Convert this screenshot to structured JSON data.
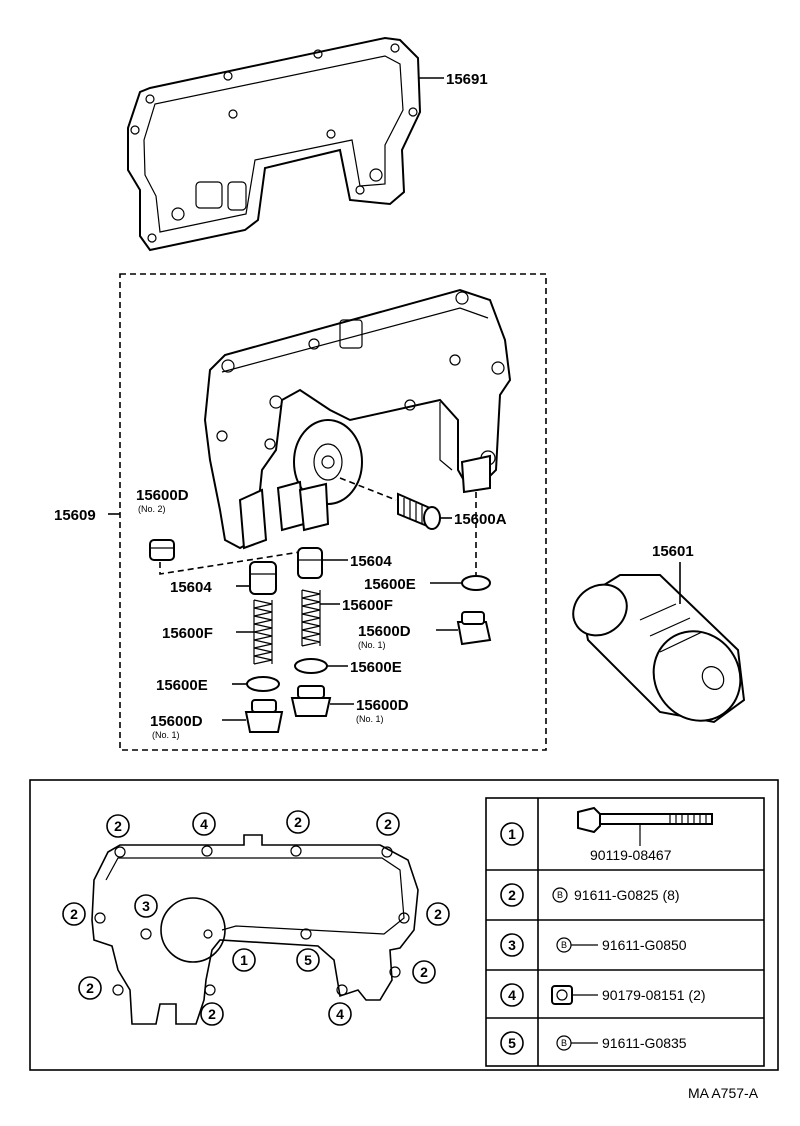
{
  "diagram_code": "MA A757-A",
  "parts": {
    "gasket": "15691",
    "assembly": "15609",
    "plug_no2": "15600D",
    "plug_no2_sub": "(No. 2)",
    "valve_a": "15600A",
    "valve_604_right": "15604",
    "valve_604_left": "15604",
    "gasket_e_right_top": "15600E",
    "spring_f_right": "15600F",
    "spring_f_left": "15600F",
    "plug_d_right": "15600D",
    "plug_d_right_sub": "(No. 1)",
    "gasket_e_mid": "15600E",
    "gasket_e_left": "15600E",
    "plug_d_left": "15600D",
    "plug_d_left_sub": "(No. 1)",
    "plug_d_mid": "15600D",
    "plug_d_mid_sub": "(No. 1)",
    "filter": "15601"
  },
  "callouts": {
    "c1": "1",
    "c2": "2",
    "c3": "3",
    "c4": "4",
    "c5": "5"
  },
  "legend": [
    {
      "num": "1",
      "part": "90119-08467"
    },
    {
      "num": "2",
      "part": "91611-G0825 (8)"
    },
    {
      "num": "3",
      "part": "91611-G0850"
    },
    {
      "num": "4",
      "part": "90179-08151 (2)"
    },
    {
      "num": "5",
      "part": "91611-G0835"
    }
  ],
  "bolt_marker": "B"
}
